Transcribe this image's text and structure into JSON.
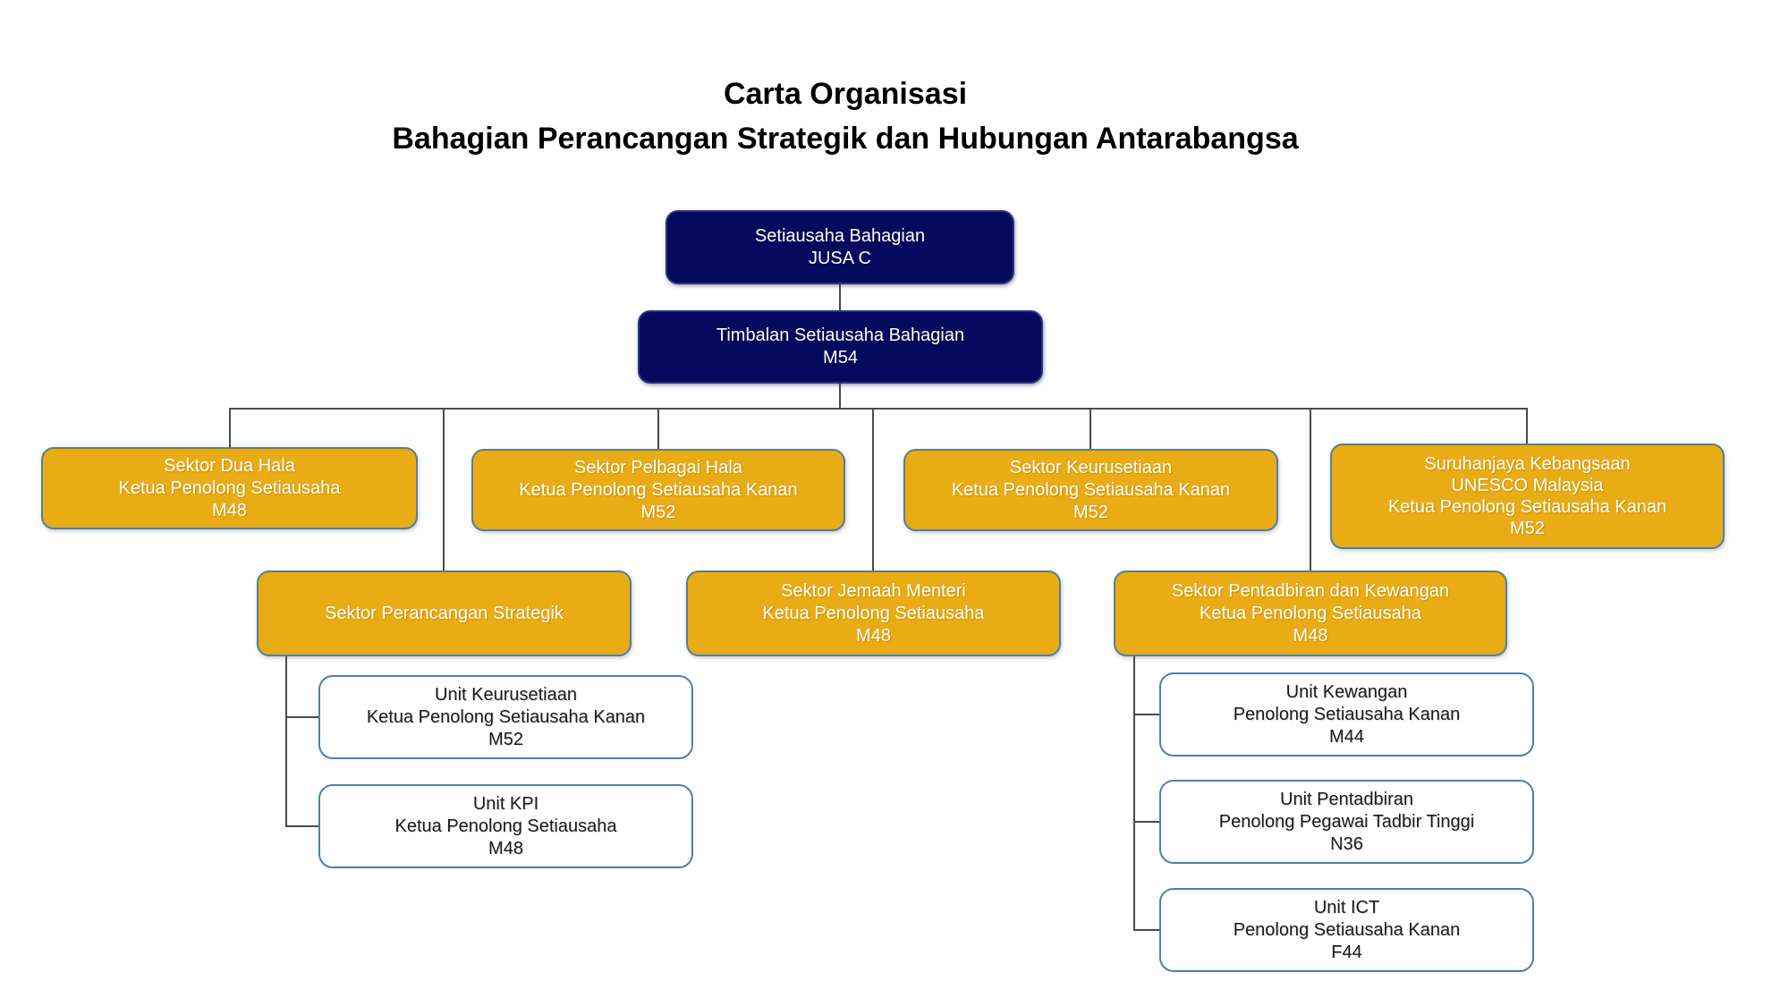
{
  "title": {
    "line1": "Carta Organisasi",
    "line2": "Bahagian Perancangan Strategik dan Hubungan Antarabangsa"
  },
  "colors": {
    "navy_fill": "#060a5e",
    "navy_border": "#2d3382",
    "gold_fill": "#eaac15",
    "gold_border": "#527f9b",
    "unit_fill": "#ffffff",
    "unit_border": "#4b7fb1",
    "connector": "#4a4a4a",
    "title_text": "#000000",
    "light_text": "#ffffff",
    "dark_text": "#1a1a1a"
  },
  "nodes": {
    "setiausaha": {
      "lines": [
        "Setiausaha Bahagian",
        "JUSA C"
      ]
    },
    "timbalan": {
      "lines": [
        "Timbalan Setiausaha Bahagian",
        "M54"
      ]
    },
    "dua_hala": {
      "lines": [
        "Sektor Dua Hala",
        "Ketua Penolong Setiausaha",
        "M48"
      ]
    },
    "pelbagai_hala": {
      "lines": [
        "Sektor Pelbagai Hala",
        "Ketua Penolong Setiausaha Kanan",
        "M52"
      ]
    },
    "keurusetiaan": {
      "lines": [
        "Sektor Keurusetiaan",
        "Ketua Penolong Setiausaha Kanan",
        "M52"
      ]
    },
    "unesco": {
      "lines": [
        "Suruhanjaya Kebangsaan",
        "UNESCO Malaysia",
        "Ketua Penolong Setiausaha Kanan",
        "M52"
      ]
    },
    "perancangan_strategik": {
      "lines": [
        "Sektor Perancangan Strategik"
      ]
    },
    "jemaah_menteri": {
      "lines": [
        "Sektor Jemaah Menteri",
        "Ketua Penolong Setiausaha",
        "M48"
      ]
    },
    "pentadbiran_kewangan": {
      "lines": [
        "Sektor Pentadbiran dan Kewangan",
        "Ketua Penolong Setiausaha",
        "M48"
      ]
    },
    "unit_keurusetiaan": {
      "lines": [
        "Unit Keurusetiaan",
        "Ketua Penolong Setiausaha Kanan",
        "M52"
      ]
    },
    "unit_kpi": {
      "lines": [
        "Unit KPI",
        "Ketua Penolong Setiausaha",
        "M48"
      ]
    },
    "unit_kewangan": {
      "lines": [
        "Unit Kewangan",
        "Penolong Setiausaha Kanan",
        "M44"
      ]
    },
    "unit_pentadbiran": {
      "lines": [
        "Unit Pentadbiran",
        "Penolong Pegawai Tadbir Tinggi",
        "N36"
      ]
    },
    "unit_ict": {
      "lines": [
        "Unit ICT",
        "Penolong Setiausaha Kanan",
        "F44"
      ]
    }
  }
}
